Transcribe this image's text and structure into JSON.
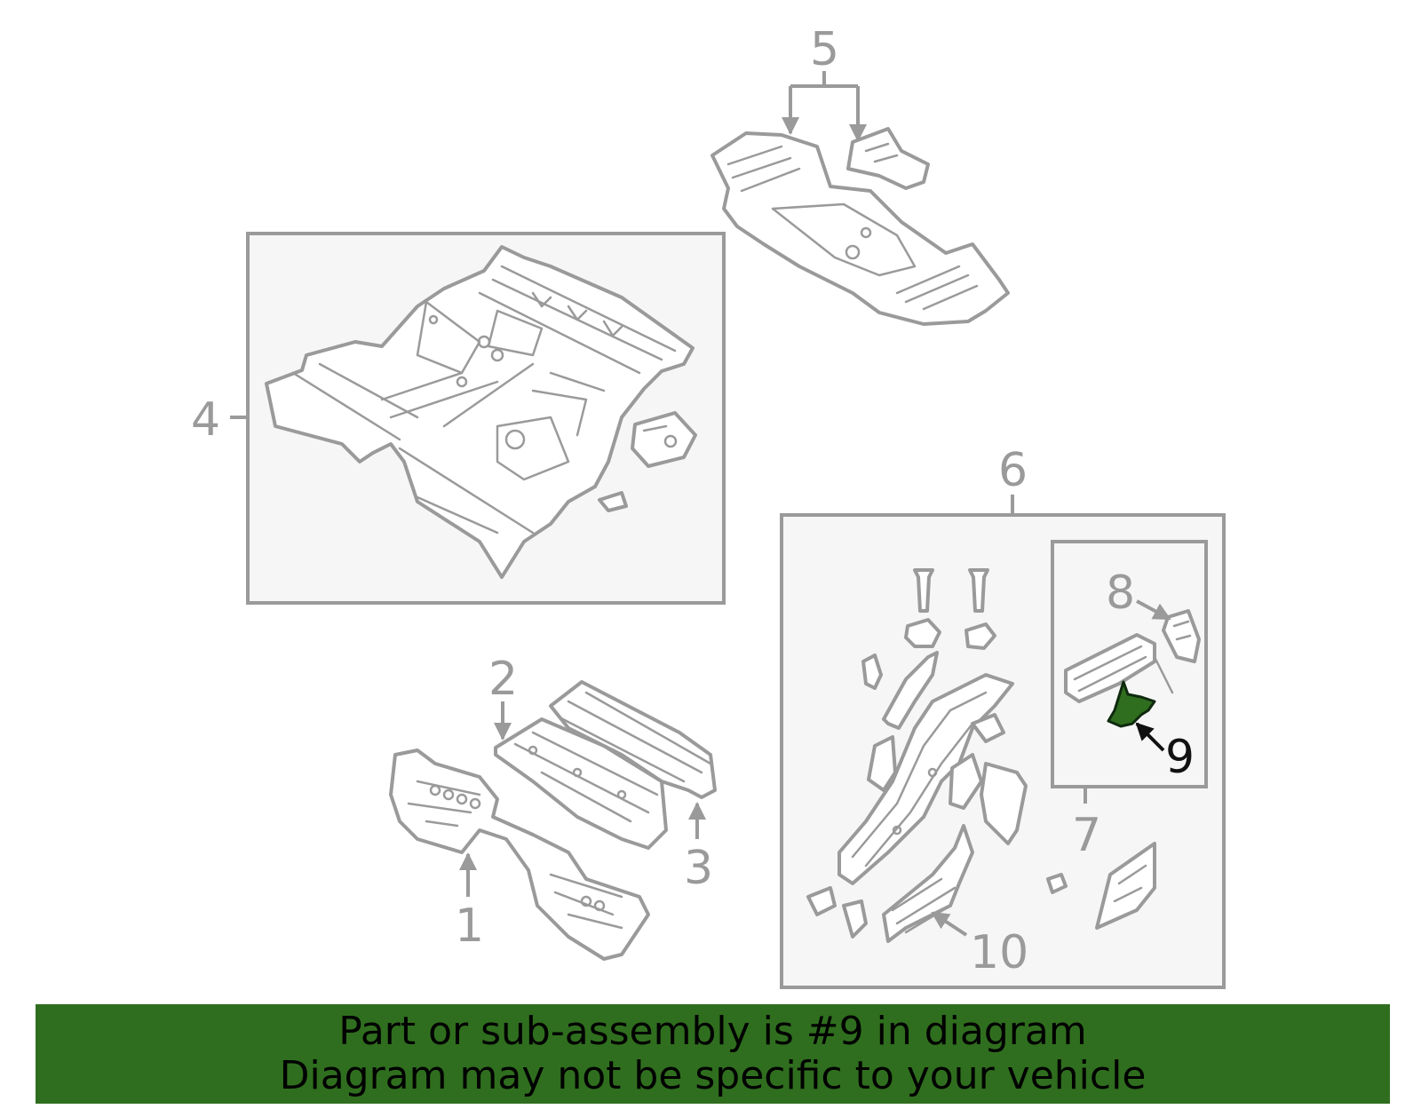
{
  "diagram": {
    "highlighted_part": "9",
    "highlight_color": "#2f6e1e",
    "callouts": {
      "c1": "1",
      "c2": "2",
      "c3": "3",
      "c4": "4",
      "c5": "5",
      "c6": "6",
      "c7": "7",
      "c8": "8",
      "c9": "9",
      "c10": "10"
    }
  },
  "banner": {
    "line1": "Part or sub-assembly is #9 in diagram",
    "line2": "Diagram may not be specific to your vehicle",
    "background": "#2f6e1e"
  }
}
